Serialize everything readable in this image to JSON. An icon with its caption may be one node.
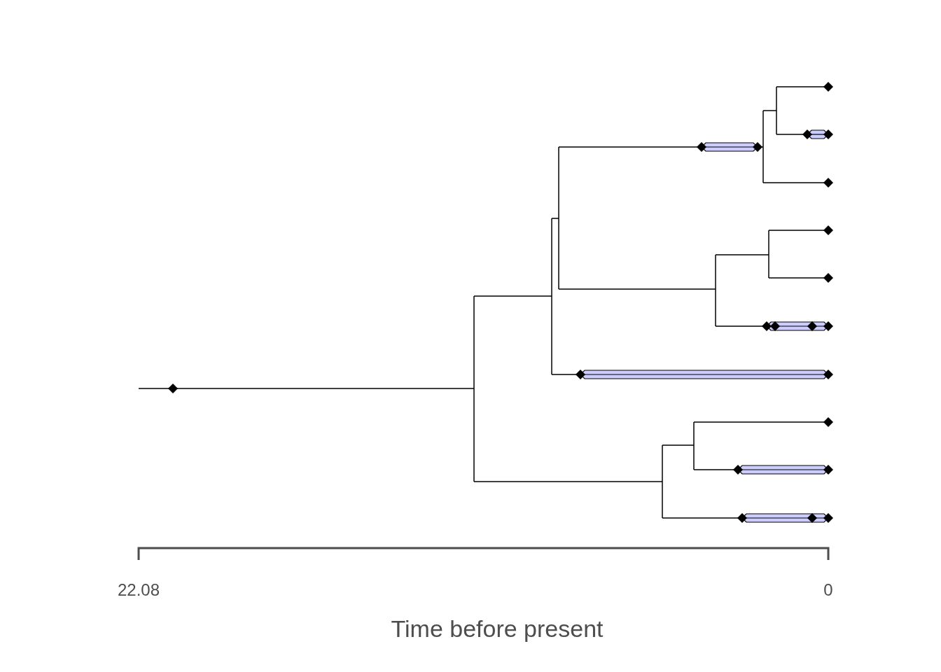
{
  "diagram": {
    "labels": [
      "22.08",
      "0",
      "Time before present"
    ]
  }
}
